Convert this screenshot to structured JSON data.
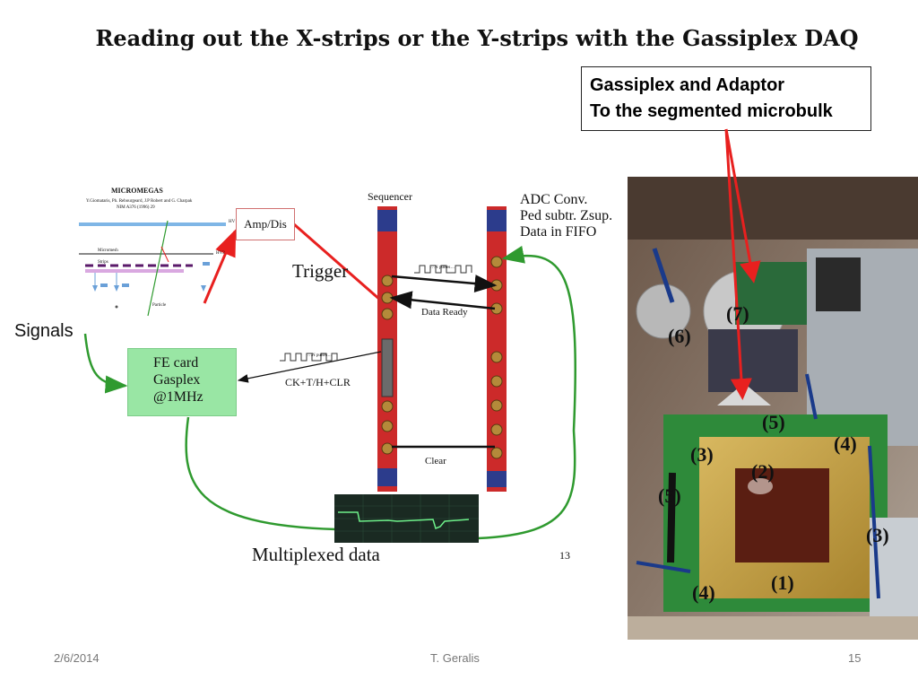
{
  "title": "Reading out the X-strips or the Y-strips with the Gassiplex DAQ",
  "callout": {
    "line1": "Gassiplex and Adaptor",
    "line2": "To the segmented microbulk"
  },
  "diagram": {
    "micromegas_header": "MICROMEGAS",
    "micromegas_ref1": "Y.Giomataris, Ph. Rebourgeard, J.P Robert and G. Charpak",
    "micromegas_ref2": "NIM A376 (1996) 29",
    "micromegas_mesh": "Micromesh",
    "micromegas_strips": "Strips",
    "micromegas_particle": "Particle",
    "micromegas_hv1": "HV1",
    "micromegas_hv2": "HV2",
    "amp_dis": "Amp/Dis",
    "sequencer": "Sequencer",
    "adc_line1": "ADC Conv.",
    "adc_line2": "Ped subtr. Zsup.",
    "adc_line3": "Data in FIFO",
    "trigger": "Trigger",
    "data_ready": "Data Ready",
    "signals": "Signals",
    "fe_line1": "FE card",
    "fe_line2": "Gasplex",
    "fe_line3": "@1MHz",
    "ck_label": "CK+T/H+CLR",
    "clear": "Clear",
    "multiplexed": "Multiplexed data",
    "inner_page": "13",
    "pulse_label": "…N pulses…"
  },
  "photo_labels": [
    "(6)",
    "(7)",
    "(5)",
    "(3)",
    "(2)",
    "(4)",
    "(5)",
    "(3)",
    "(1)",
    "(4)"
  ],
  "footer": {
    "date": "2/6/2014",
    "author": "T. Geralis",
    "page": "15"
  },
  "colors": {
    "arrow_red": "#e8201f",
    "loop_green": "#2f9a2f",
    "module_red": "#cc2a2a",
    "fe_green": "#99e6a4"
  }
}
